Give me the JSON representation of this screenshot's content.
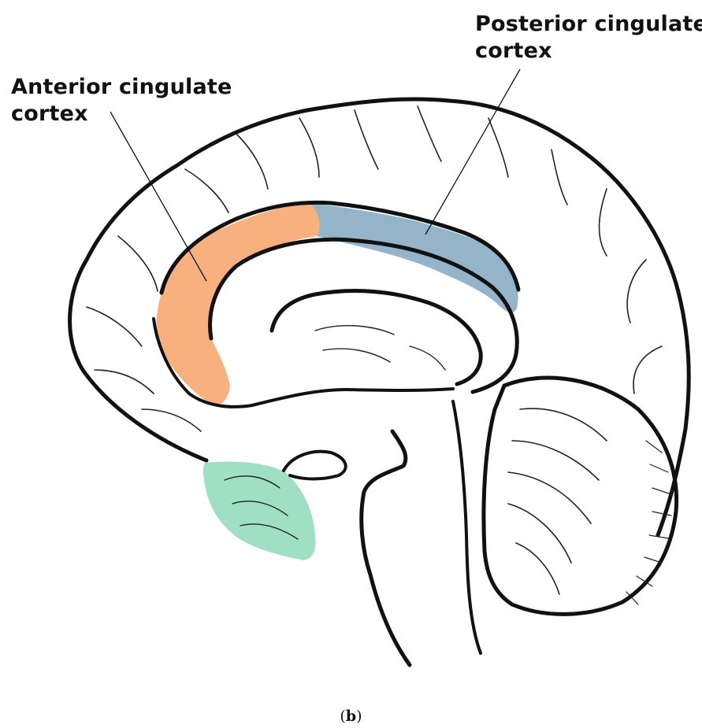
{
  "labels": {
    "anterior_line1": "Anterior cingulate",
    "anterior_line2": "cortex",
    "posterior_line1": "Posterior cingulate",
    "posterior_line2": "cortex"
  },
  "caption": {
    "open": "(",
    "letter": "b",
    "close": ")"
  },
  "colors": {
    "anterior_cingulate": "#F8B07E",
    "posterior_cingulate": "#93B4C9",
    "hippocampal_region": "#9FE0C4",
    "outline": "#111111"
  }
}
